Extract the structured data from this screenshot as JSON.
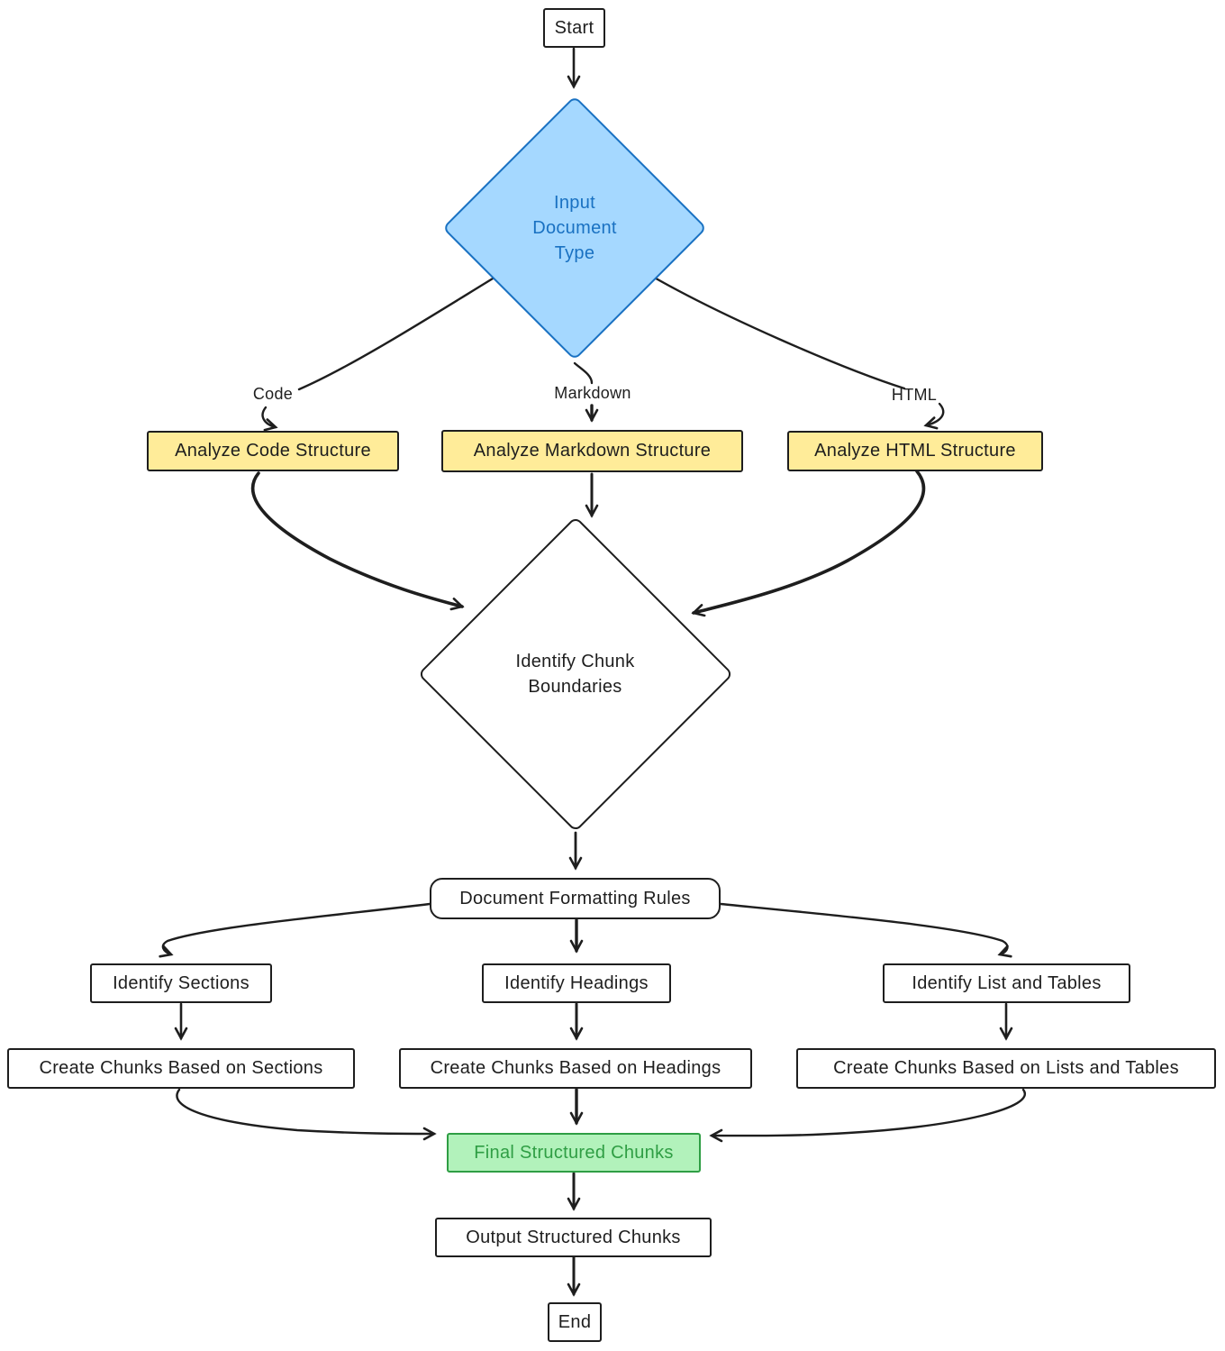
{
  "diagram": {
    "nodes": {
      "start": "Start",
      "input_document_type": "Input Document Type",
      "analyze_code": "Analyze Code Structure",
      "analyze_markdown": "Analyze Markdown Structure",
      "analyze_html": "Analyze HTML Structure",
      "identify_chunk_boundaries": "Identify Chunk Boundaries",
      "document_formatting_rules": "Document Formatting Rules",
      "identify_sections": "Identify Sections",
      "identify_headings": "Identify Headings",
      "identify_lists_tables": "Identify List and Tables",
      "create_chunks_sections": "Create Chunks Based on Sections",
      "create_chunks_headings": "Create Chunks Based on Headings",
      "create_chunks_lists_tables": "Create Chunks Based on Lists and Tables",
      "final_structured_chunks": "Final Structured Chunks",
      "output_structured_chunks": "Output Structured Chunks",
      "end": "End"
    },
    "edge_labels": {
      "code": "Code",
      "markdown": "Markdown",
      "html": "HTML"
    },
    "colors": {
      "stroke": "#1e1e1e",
      "decision_fill": "#a5d8ff",
      "decision_stroke": "#1971c2",
      "process_fill": "#ffec99",
      "success_fill": "#b2f2bb",
      "success_stroke": "#2f9e44"
    }
  }
}
